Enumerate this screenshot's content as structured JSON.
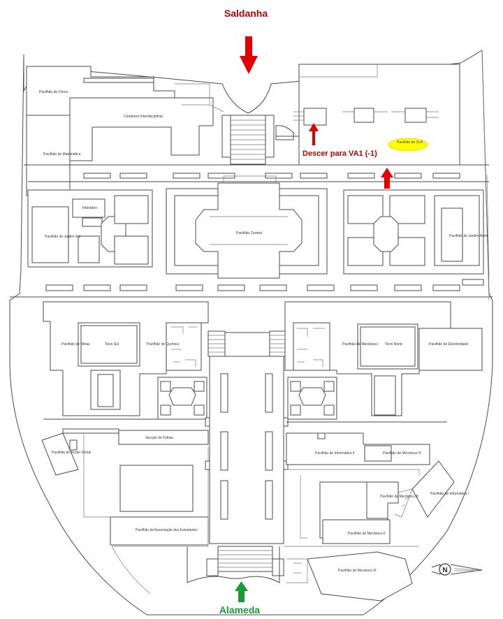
{
  "entrances": {
    "north": "Saldanha",
    "south": "Alameda"
  },
  "directions": {
    "descend_note": "Descer para VA1 (-1)"
  },
  "buildings": {
    "fisica": "Pavilhão de Física",
    "complexo": "Complexo Interdisciplinar",
    "matematica": "Pavilhão de Matemática",
    "civil": "Pavilhão de Civil",
    "infantario": "Infantário",
    "jardim_sul": "Pavilhão do Jardim Sul",
    "central": "Pavilhão Central",
    "jardim_norte": "Pavilhão do Jardim Norte",
    "minas": "Pavilhão de Minas",
    "torre_sul": "Torre Sul",
    "quimica": "Pavilhão de Química",
    "mecanica_1": "Pavilhão de Mecânica I",
    "torre_norte": "Torre Norte",
    "electricidade": "Pavilhão de Electricidade",
    "seccao_folhas": "Secção de Folhas",
    "accao_social": "Pavilhão de Acção Social",
    "informatica_2": "Pavilhão de Informática II",
    "mecanica_4": "Pavilhão de Mecânica IV",
    "informatica_1": "Pavilhão de Informática I",
    "mecanica_3": "Pavilhão de Mecânica III",
    "associacao": "Pavilhão da Associação dos Estudantes",
    "mecanica_2": "Pavilhão de Mecânica II",
    "mecanica_5": "Pavilhão de Mecânica III"
  },
  "compass": {
    "label": "N"
  },
  "colors": {
    "north_arrow": "#e00000",
    "south_arrow": "#1a9a3a",
    "north_text": "#c00000",
    "south_text": "#1a9a3a",
    "highlight": "#ffff00",
    "walls": "#4a4a4a"
  }
}
